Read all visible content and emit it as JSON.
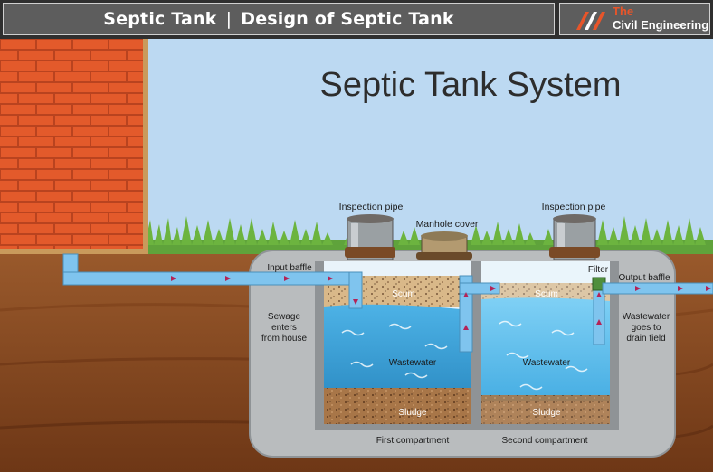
{
  "banner": {
    "title_left": "Septic Tank",
    "separator": "|",
    "title_right": "Design of Septic Tank",
    "brand_the": "The",
    "brand_name": "Civil Engineering"
  },
  "diagram": {
    "title": "Septic Tank System",
    "labels": {
      "inspection_pipe_left": "Inspection pipe",
      "manhole_cover": "Manhole cover",
      "inspection_pipe_right": "Inspection pipe",
      "input_baffle": "Input baffle",
      "filter": "Filter",
      "output_baffle": "Output baffle",
      "sewage_line1": "Sewage",
      "sewage_line2": "enters",
      "sewage_line3": "from house",
      "drain_line1": "Wastewater",
      "drain_line2": "goes to",
      "drain_line3": "drain field",
      "scum_left": "Scum",
      "scum_right": "Scum",
      "wastewater_left": "Wastewater",
      "wastewater_right": "Wastewater",
      "sludge_left": "Sludge",
      "sludge_right": "Sludge",
      "first_compartment": "First compartment",
      "second_compartment": "Second compartment"
    },
    "colors": {
      "sky": "#bcd9f2",
      "soil": "#8a4a22",
      "brick": "#e0552a",
      "water": "#3aa0d6",
      "scum": "#d8b585",
      "sludge": "#a9774a",
      "tank": "#b9bcbe",
      "pipe": "#7fc4ee",
      "flow_arrow": "#b32357"
    }
  }
}
